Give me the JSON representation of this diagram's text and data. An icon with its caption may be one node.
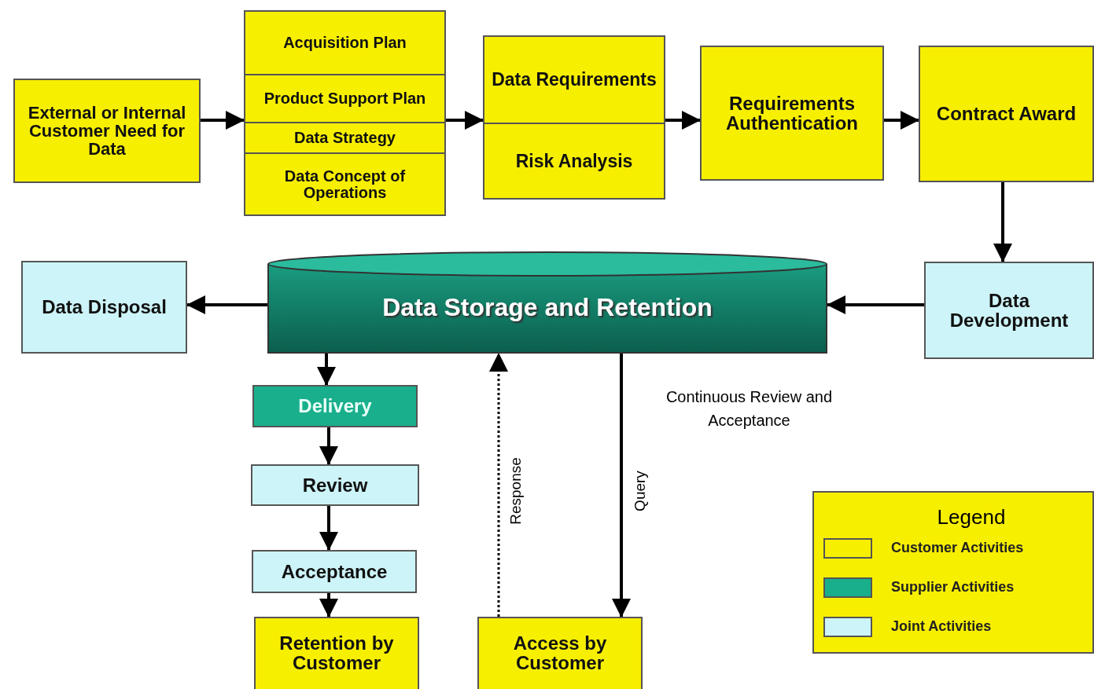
{
  "diagram": {
    "nodes": [
      {
        "text": [
          "External or Internal Customer Need for Data"
        ]
      },
      {
        "text": [
          "Acquisition Plan",
          "Product Support Plan",
          "Data Strategy",
          "Data Concept of Operations"
        ]
      },
      {
        "text": [
          "Data Requirements",
          "Risk Analysis"
        ]
      },
      {
        "text": [
          "Requirements Authentication"
        ]
      },
      {
        "text": [
          "Contract Award"
        ]
      },
      {
        "text": [
          "Data Development"
        ]
      },
      {
        "text": [
          "Data Storage and Retention"
        ]
      },
      {
        "text": [
          "Data Disposal"
        ]
      },
      {
        "text": [
          "Delivery"
        ]
      },
      {
        "text": [
          "Review"
        ]
      },
      {
        "text": [
          "Acceptance"
        ]
      },
      {
        "text": [
          "Retention by Customer"
        ]
      },
      {
        "text": [
          "Access by Customer"
        ]
      }
    ],
    "edges": [
      {
        "from": 0,
        "to": 1,
        "arrow": "to"
      },
      {
        "from": 1,
        "to": 2,
        "arrow": "to"
      },
      {
        "from": 2,
        "to": 3,
        "arrow": "to"
      },
      {
        "from": 3,
        "to": 4,
        "arrow": "to"
      },
      {
        "from": 4,
        "to": 5,
        "arrow": "to"
      },
      {
        "from": 5,
        "to": 6,
        "arrow": "to"
      },
      {
        "from": 6,
        "to": 7,
        "arrow": "to"
      },
      {
        "from": 6,
        "to": 8,
        "arrow": "to"
      },
      {
        "from": 8,
        "to": 9,
        "arrow": "to"
      },
      {
        "from": 9,
        "to": 10,
        "arrow": "to"
      },
      {
        "from": 10,
        "to": 11,
        "arrow": "to"
      },
      {
        "from": 6,
        "to": 12,
        "arrow": "to",
        "label": "Query"
      },
      {
        "from": 12,
        "to": 6,
        "arrow": "to",
        "label": "Response",
        "style": "dashed"
      }
    ],
    "labels": [
      "Continuous Review and Acceptance",
      "Legend"
    ],
    "legend": [
      {
        "text": "Customer Activities",
        "color": "#f7ef00"
      },
      {
        "text": "Supplier Activities",
        "color": "#1aaf8c"
      },
      {
        "text": "Joint Activities",
        "color": "#cdf4f8"
      }
    ]
  }
}
